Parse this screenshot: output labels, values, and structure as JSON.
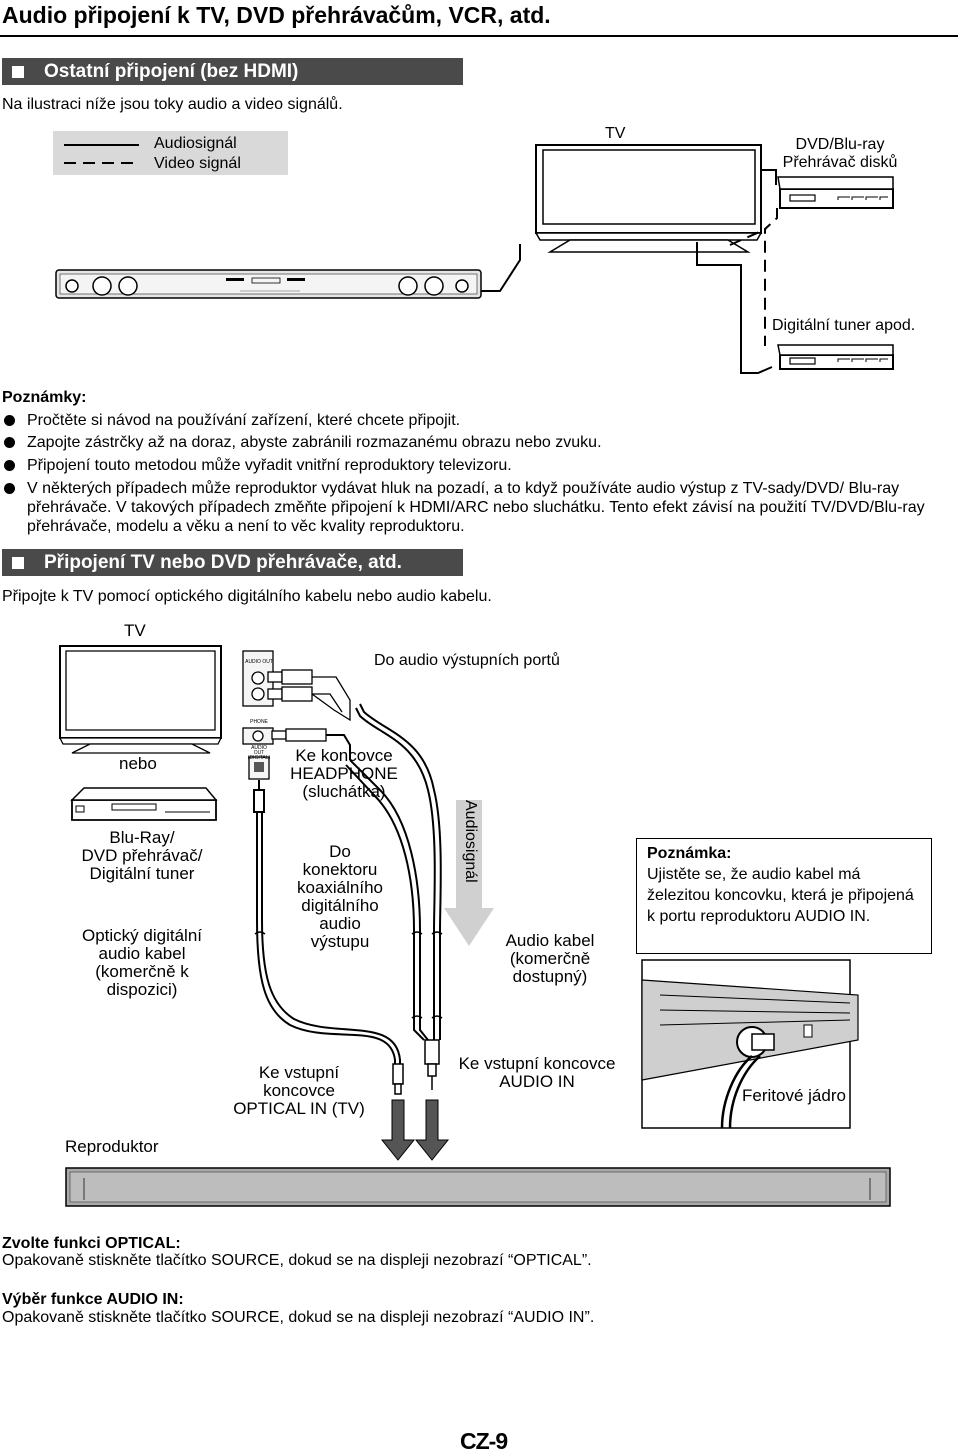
{
  "page": {
    "title": "Audio připojení k TV, DVD přehrávačům, VCR, atd.",
    "page_number": "CZ-9"
  },
  "section1": {
    "heading": "Ostatní připojení (bez HDMI)",
    "intro": "Na ilustraci níže jsou toky audio a video signálů.",
    "legend": {
      "audio": "Audiosignál",
      "video": "Video signál"
    },
    "labels": {
      "tv": "TV",
      "dvd_line1": "DVD/Blu-ray",
      "dvd_line2": "Přehrávač disků",
      "tuner": "Digitální tuner apod."
    }
  },
  "notes": {
    "heading": "Poznámky:",
    "items": [
      "Pročtěte si návod na používání zařízení, které chcete připojit.",
      "Zapojte zástrčky až na doraz, abyste zabránili rozmazanému obrazu nebo zvuku.",
      "Připojení touto metodou může vyřadit vnitřní reproduktory televizoru.",
      "V některých případech může reproduktor vydávat hluk na pozadí, a to když používáte audio výstup z TV-sady/DVD/ Blu-ray přehrávače. V takových případech změňte připojení k HDMI/ARC nebo sluchátku. Tento efekt závisí na použití TV/DVD/Blu-ray přehrávače, modelu a věku a není to věc kvality reproduktoru."
    ]
  },
  "section2": {
    "heading": "Připojení TV nebo DVD přehrávače, atd.",
    "intro": "Připojte k TV pomocí optického digitálního kabelu nebo audio kabelu.",
    "labels": {
      "tv": "TV",
      "audio_out_ports": "Do audio výstupních portů",
      "or": "nebo",
      "headphone_1": "Ke koncovce",
      "headphone_2": "HEADPHONE",
      "headphone_3": "(sluchátka)",
      "bluray_1": "Blu-Ray/",
      "bluray_2": "DVD přehrávač/",
      "bluray_3": "Digitální tuner",
      "coax_1": "Do",
      "coax_2": "konektoru",
      "coax_3": "koaxiálního",
      "coax_4": "digitálního",
      "coax_5": "audio",
      "coax_6": "výstupu",
      "audio_signal": "Audiosignál",
      "optical_1": "Optický digitální",
      "optical_2": "audio kabel",
      "optical_3": "(komerčně k",
      "optical_4": "dispozici)",
      "audio_cable_1": "Audio kabel",
      "audio_cable_2": "(komerčně",
      "audio_cable_3": "dostupný)",
      "optical_in_1": "Ke vstupní",
      "optical_in_2": "koncovce",
      "optical_in_3": "OPTICAL IN (TV)",
      "audio_in_1": "Ke vstupní koncovce",
      "audio_in_2": "AUDIO IN",
      "ferrite": "Feritové jádro",
      "speaker": "Reproduktor",
      "port_audio_out": "AUDIO OUT",
      "port_phone": "PHONE",
      "port_optical": "AUDIO OUT (DIGITAL)"
    },
    "note_box": {
      "heading": "Poznámka:",
      "text": "Ujistěte se, že audio kabel má železitou koncovku, která je připojená k portu reproduktoru AUDIO IN."
    }
  },
  "instructions": {
    "optical_heading": "Zvolte funkci OPTICAL:",
    "optical_text": "Opakovaně stiskněte tlačítko SOURCE, dokud se na displeji nezobrazí “OPTICAL”.",
    "audio_in_heading": "Výběr funkce AUDIO IN:",
    "audio_in_text": "Opakovaně stiskněte tlačítko SOURCE, dokud se na displeji nezobrazí “AUDIO IN”."
  },
  "colors": {
    "section_bar": "#4a4a4a",
    "legend_bg": "#d9d9d9",
    "signal_arrow": "#d0d0d0"
  }
}
